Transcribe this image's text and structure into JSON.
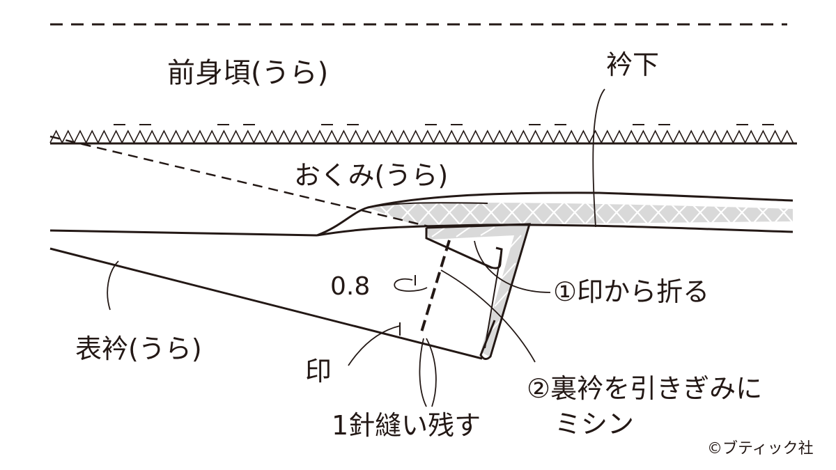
{
  "labels": {
    "front_body": "前身頃(うら)",
    "eri_shita": "衿下",
    "okumi": "おくみ(うら)",
    "step1": "①印から折る",
    "measure": "0.8",
    "omote_eri": "表衿(うら)",
    "mark": "印",
    "step2_line1": "②裏衿を引きぎみに",
    "step2_line2": "ミシン",
    "leave_stitch": "1針縫い残す",
    "credit": "©ブティック社"
  },
  "colors": {
    "ink": "#231815",
    "pattern_fill": "#d9d9d9"
  }
}
